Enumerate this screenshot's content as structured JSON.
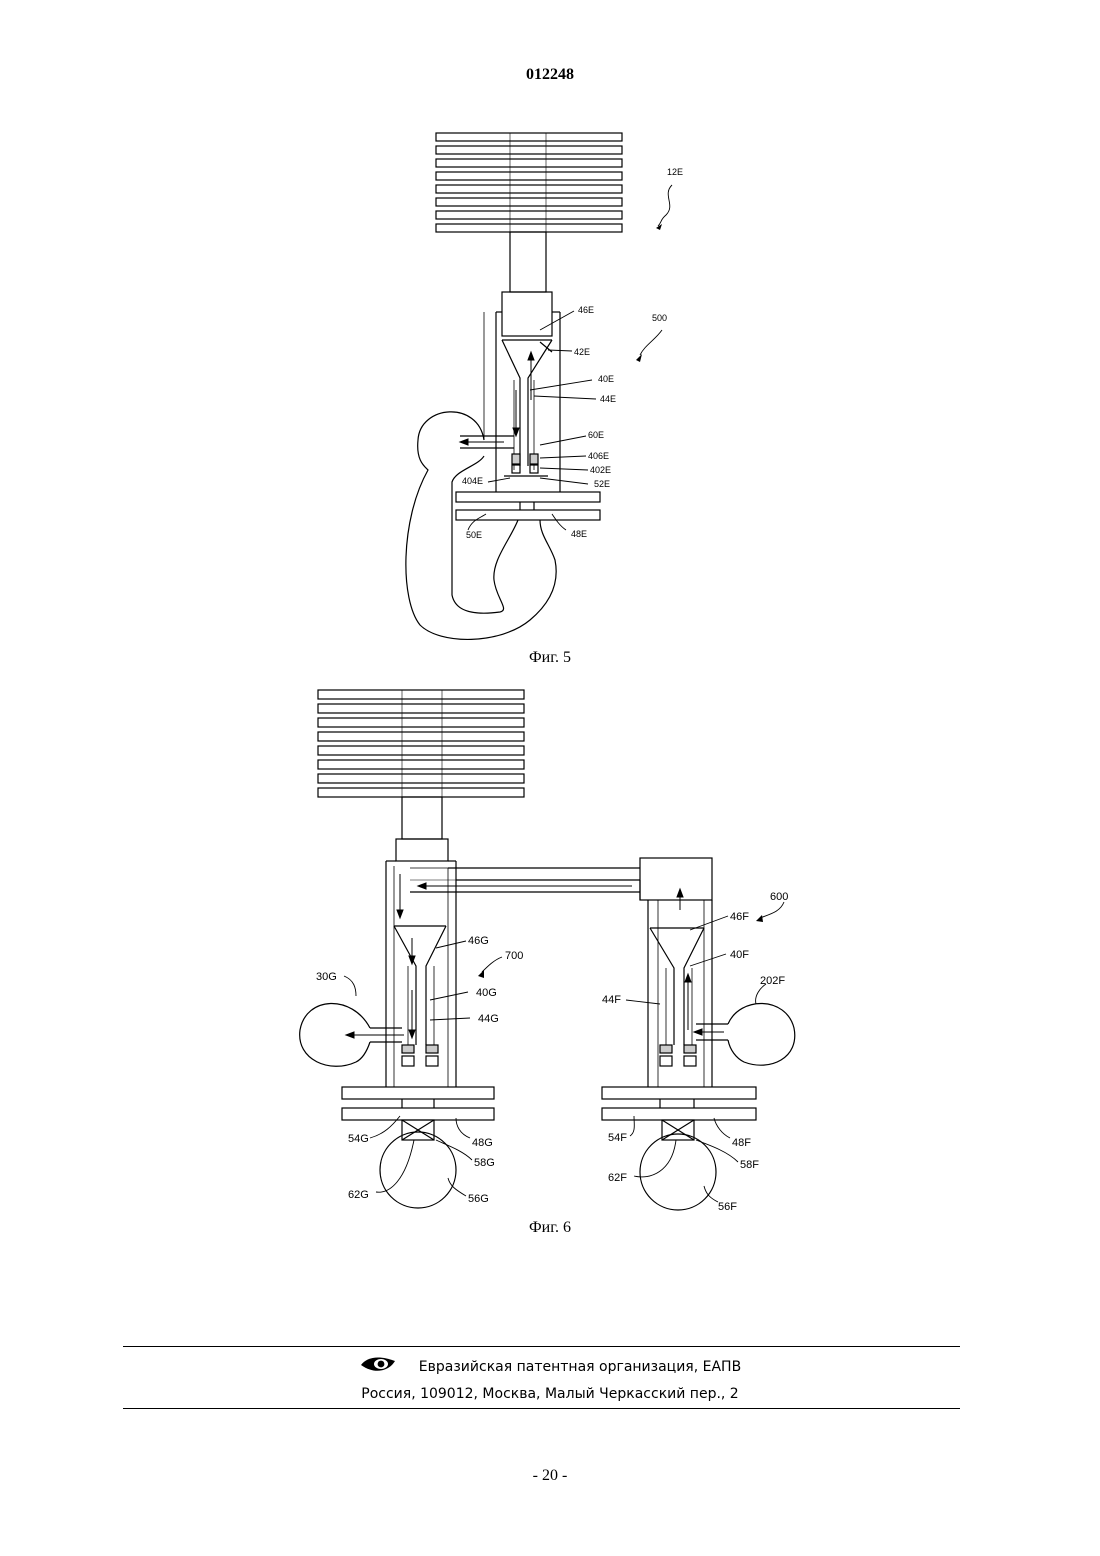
{
  "document": {
    "number": "012248"
  },
  "figure5": {
    "caption": "Фиг. 5",
    "labels": {
      "l12E": "12E",
      "l500": "500",
      "l46E": "46E",
      "l42E": "42E",
      "l40E": "40E",
      "l44E": "44E",
      "l60E": "60E",
      "l406E": "406E",
      "l402E": "402E",
      "l404E": "404E",
      "l52E": "52E",
      "l50E": "50E",
      "l48E": "48E"
    }
  },
  "figure6": {
    "caption": "Фиг. 6",
    "labels": {
      "l600": "600",
      "l700": "700",
      "l46G": "46G",
      "l46F": "46F",
      "l40G": "40G",
      "l40F": "40F",
      "l44G": "44G",
      "l44F": "44F",
      "l30G": "30G",
      "l202F": "202F",
      "l54G": "54G",
      "l48G": "48G",
      "l58G": "58G",
      "l62G": "62G",
      "l56G": "56G",
      "l54F": "54F",
      "l48F": "48F",
      "l58F": "58F",
      "l62F": "62F",
      "l56F": "56F"
    }
  },
  "footer": {
    "logo_icon": "eapo-eye-logo-icon",
    "organization": "Евразийская патентная организация, ЕАПВ",
    "address": "Россия, 109012, Москва, Малый Черкасский пер., 2"
  },
  "page_number": "- 20 -"
}
